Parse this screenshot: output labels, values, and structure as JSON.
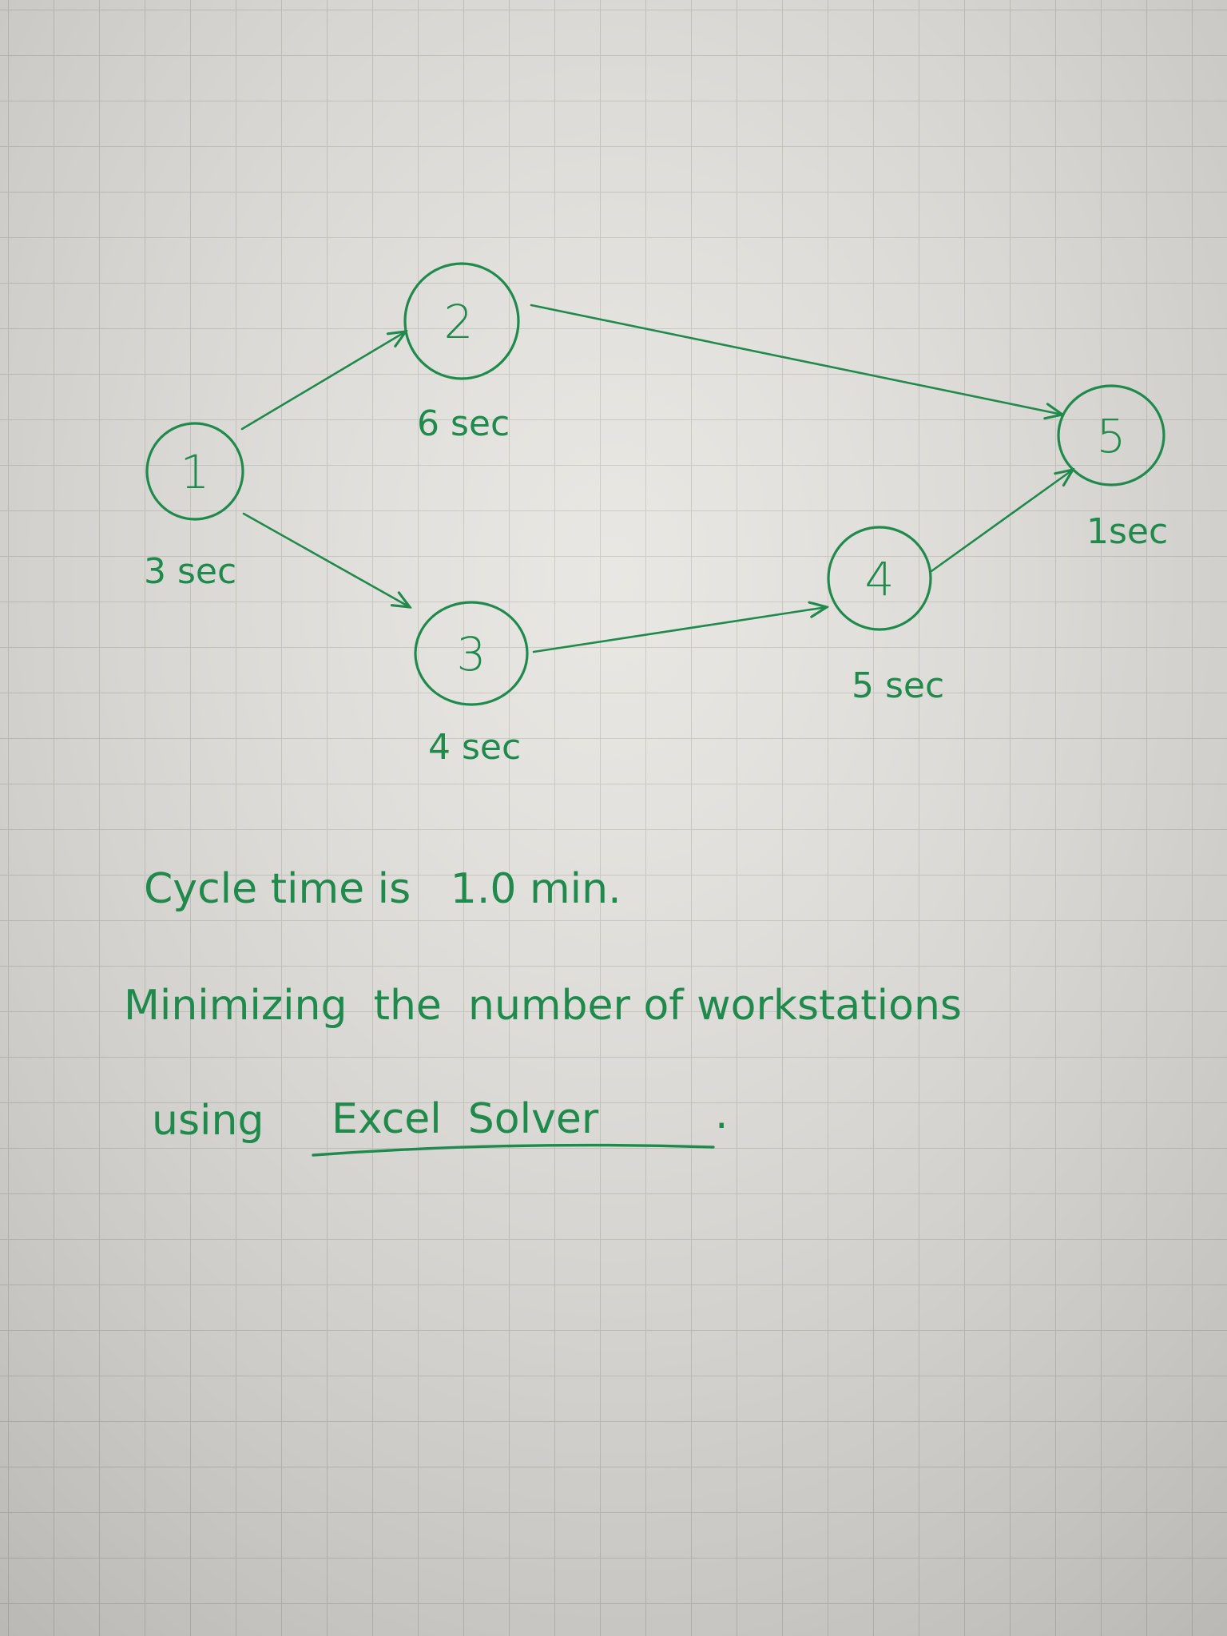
{
  "colors": {
    "ink": "#1f8a4c",
    "paper": "#e4e2dd",
    "grid": "#c9c6c0"
  },
  "diagram": {
    "nodes": [
      {
        "id": "1",
        "label": "1",
        "time": "3 sec"
      },
      {
        "id": "2",
        "label": "2",
        "time": "6 sec"
      },
      {
        "id": "3",
        "label": "3",
        "time": "4 sec"
      },
      {
        "id": "4",
        "label": "4",
        "time": "5 sec"
      },
      {
        "id": "5",
        "label": "5",
        "time": "1sec"
      }
    ],
    "edges": [
      {
        "from": "1",
        "to": "2"
      },
      {
        "from": "1",
        "to": "3"
      },
      {
        "from": "2",
        "to": "5"
      },
      {
        "from": "3",
        "to": "4"
      },
      {
        "from": "4",
        "to": "5"
      }
    ]
  },
  "notes": {
    "cycle_time": "Cycle time is   1.0 min.",
    "line2": "Minimizing  the  number of workstations",
    "line3_prefix": "using",
    "line3_tool": "Excel  Solver",
    "line3_suffix": "."
  }
}
